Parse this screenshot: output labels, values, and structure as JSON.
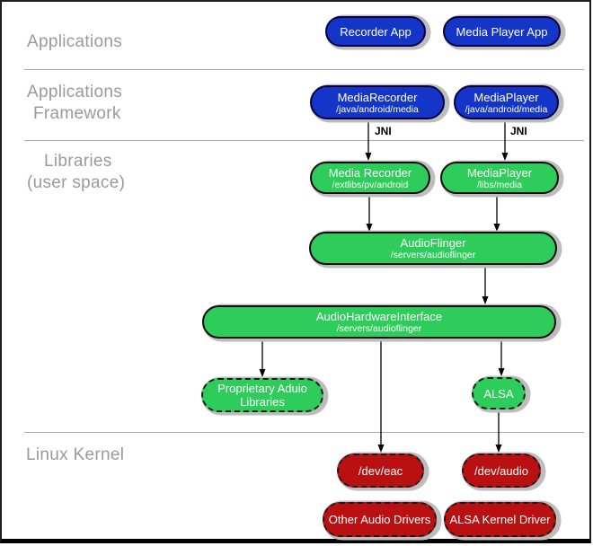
{
  "diagram": {
    "section_labels": {
      "applications": "Applications",
      "applications_framework": [
        "Applications",
        "Framework"
      ],
      "libraries": [
        "Libraries",
        "(user space)"
      ],
      "linux_kernel": "Linux Kernel"
    },
    "nodes": {
      "recorder_app": {
        "title": "Recorder App"
      },
      "media_player_app": {
        "title": "Media Player App"
      },
      "media_recorder_fw": {
        "title": "MediaRecorder",
        "path": "/java/android/media"
      },
      "media_player_fw": {
        "title": "MediaPlayer",
        "path": "/java/android/media"
      },
      "media_recorder_lib": {
        "title": "Media Recorder",
        "path": "/extlibs/pv/android"
      },
      "media_player_lib": {
        "title": "MediaPlayer",
        "path": "/libs/media"
      },
      "audioflinger": {
        "title": "AudioFlinger",
        "path": "/servers/audioflinger"
      },
      "audio_hardware_interface": {
        "title": "AudioHardwareInterface",
        "path": "/servers/audioflinger"
      },
      "proprietary_audio_libraries": {
        "title": "Proprietary Aduio Libraries"
      },
      "alsa": {
        "title": "ALSA"
      },
      "dev_eac": {
        "title": "/dev/eac"
      },
      "dev_audio": {
        "title": "/dev/audio"
      },
      "other_audio_drivers": {
        "title": "Other Audio Drivers"
      },
      "alsa_kernel_driver": {
        "title": "ALSA Kernel Driver"
      }
    },
    "edge_labels": {
      "jni_left": "JNI",
      "jni_right": "JNI"
    },
    "colors": {
      "node_blue": "#1535c8",
      "node_green": "#2ecc5a",
      "node_red": "#b91111",
      "shadow_gray": "#bdbdbd",
      "divider_gray": "#a9a9a9",
      "section_label_gray": "#9a9a9a"
    }
  }
}
